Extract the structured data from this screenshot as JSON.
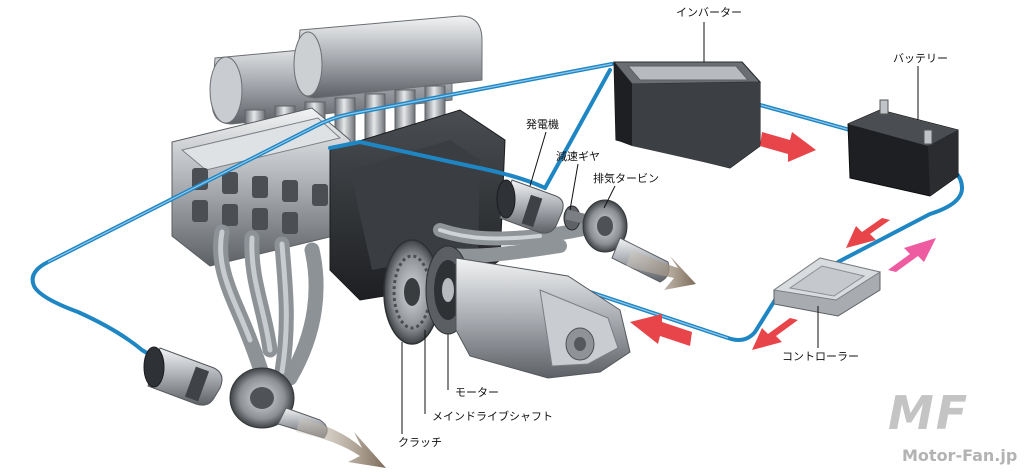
{
  "labels": {
    "inverter": "インバーター",
    "battery": "バッテリー",
    "generator": "発電機",
    "reduction_gear": "減速ギヤ",
    "exhaust_turbine": "排気タービン",
    "controller": "コントローラー",
    "motor": "モーター",
    "main_drive_shaft": "メインドライブシャフト",
    "clutch": "クラッチ"
  },
  "watermark": {
    "logo": "MF",
    "site": "Motor-Fan.jp"
  },
  "colors": {
    "cable": "#1f86c4",
    "arrow_red": "#e8454a",
    "arrow_pink": "#ee5ba0",
    "exhaust_flow": "#8a7a68",
    "metal": "#9aa0a6"
  }
}
